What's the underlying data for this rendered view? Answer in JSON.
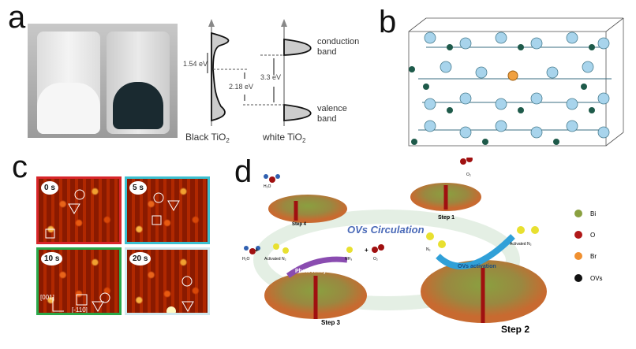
{
  "panel_labels": {
    "a": "a",
    "b": "b",
    "c": "c",
    "d": "d"
  },
  "panel_a": {
    "band_diagram": {
      "black_label": "Black TiO",
      "white_label": "white TiO",
      "subscript": "2",
      "gap_black_upper": "1.54 eV",
      "gap_black": "2.18 eV",
      "gap_white": "3.3 eV",
      "conduction": [
        "conduction",
        "band"
      ],
      "valence": [
        "valence",
        "band"
      ]
    }
  },
  "panel_c": {
    "frames": [
      "0 s",
      "5 s",
      "10 s",
      "20 s"
    ],
    "frame_colors": [
      "#d8262a",
      "#3cc0d0",
      "#2aa84a",
      "#cfe8ee"
    ],
    "axis_labels": {
      "vertical": "[001]",
      "horizontal": "[-110]"
    }
  },
  "panel_d": {
    "title": "OVs Circulation",
    "steps": [
      "Step 1",
      "Step 2",
      "Step 3",
      "Step 4"
    ],
    "molecules": {
      "h2o": "H₂O",
      "o2": "O₂",
      "n2": "N₂",
      "activated_n2": "Activated N₂",
      "nh3": "NH₃"
    },
    "arrows": {
      "photocatalysis": "Photocatalysis",
      "ovs_activation": "OVs activation"
    },
    "legend": [
      {
        "label": "Bi",
        "color": "#8aa040"
      },
      {
        "label": "O",
        "color": "#b01818"
      },
      {
        "label": "Br",
        "color": "#f09030"
      },
      {
        "label": "OVs",
        "color": "#111111"
      }
    ]
  }
}
